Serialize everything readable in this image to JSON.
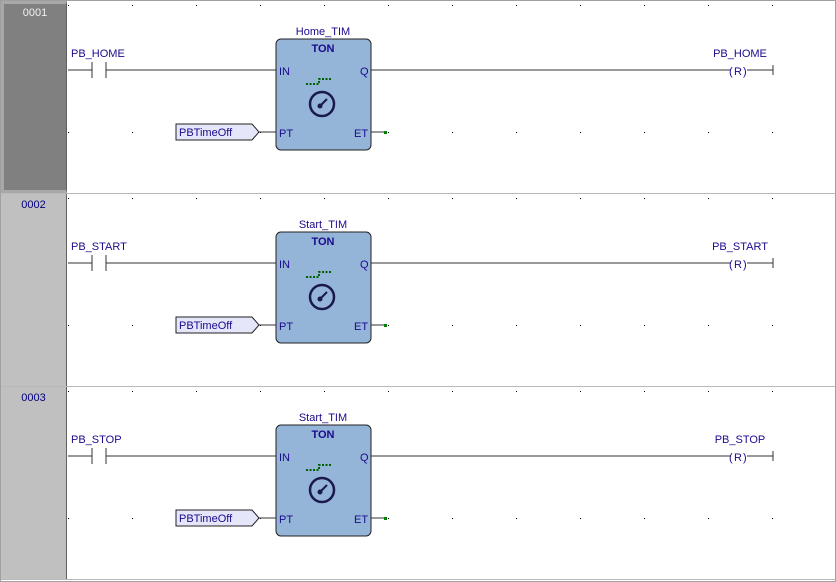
{
  "rungs": [
    {
      "number": "0001",
      "selected": true,
      "contact": "PB_HOME",
      "instance": "Home_TIM",
      "block_type": "TON",
      "pins": {
        "in": "IN",
        "q": "Q",
        "pt": "PT",
        "et": "ET"
      },
      "pt_value": "PBTimeOff",
      "coil": "PB_HOME",
      "coil_type": "R"
    },
    {
      "number": "0002",
      "selected": false,
      "contact": "PB_START",
      "instance": "Start_TIM",
      "block_type": "TON",
      "pins": {
        "in": "IN",
        "q": "Q",
        "pt": "PT",
        "et": "ET"
      },
      "pt_value": "PBTimeOff",
      "coil": "PB_START",
      "coil_type": "R"
    },
    {
      "number": "0003",
      "selected": false,
      "contact": "PB_STOP",
      "instance": "Start_TIM",
      "block_type": "TON",
      "pins": {
        "in": "IN",
        "q": "Q",
        "pt": "PT",
        "et": "ET"
      },
      "pt_value": "PBTimeOff",
      "coil": "PB_STOP",
      "coil_type": "R"
    }
  ],
  "colors": {
    "block_fill": "#94b4d8",
    "tag_fill": "#e6e6fa",
    "text": "#1a0a8c",
    "et_dot": "#008000"
  }
}
